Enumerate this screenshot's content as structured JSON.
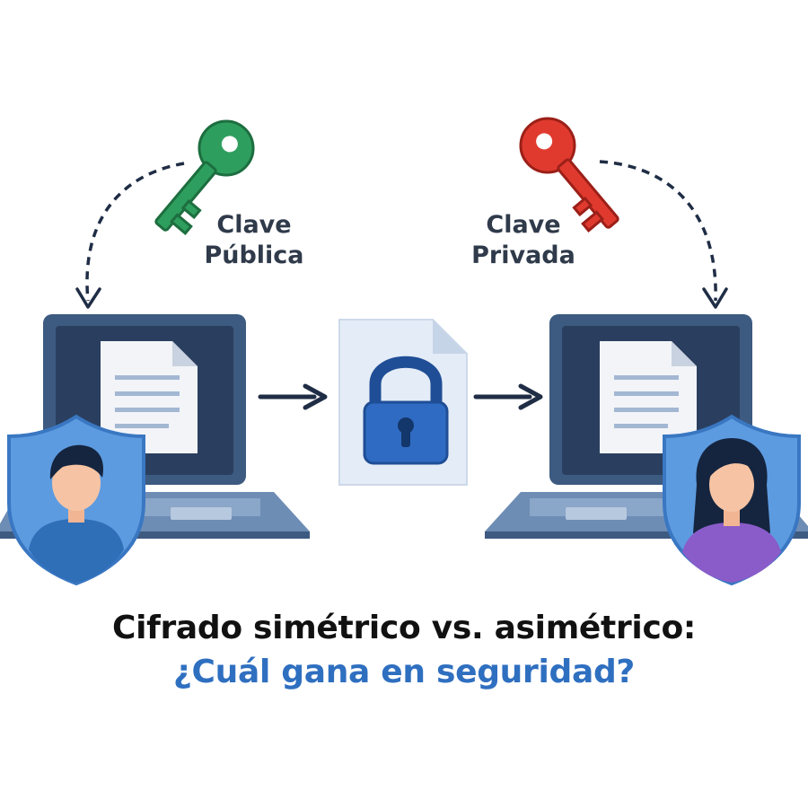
{
  "labels": {
    "public_key": [
      "Clave",
      "Pública"
    ],
    "private_key": [
      "Clave",
      "Privada"
    ]
  },
  "title": {
    "line1": "Cifrado simétrico vs. asimétrico:",
    "line2": "¿Cuál gana en seguridad?"
  },
  "colors": {
    "public_key": "#2e9e5e",
    "private_key": "#e03a2f",
    "laptop_frame": "#3d5a80",
    "screen": "#2a3f5f",
    "accent_blue": "#2f6fc0",
    "lock": "#2f6bc2",
    "shield": "#5d9be0",
    "person_male_shirt": "#2f6fb8",
    "person_female_shirt": "#8a5cc9"
  },
  "icons": [
    "key-icon",
    "laptop-icon",
    "document-icon",
    "padlock-icon",
    "shield-icon",
    "person-icon",
    "arrow-icon"
  ]
}
